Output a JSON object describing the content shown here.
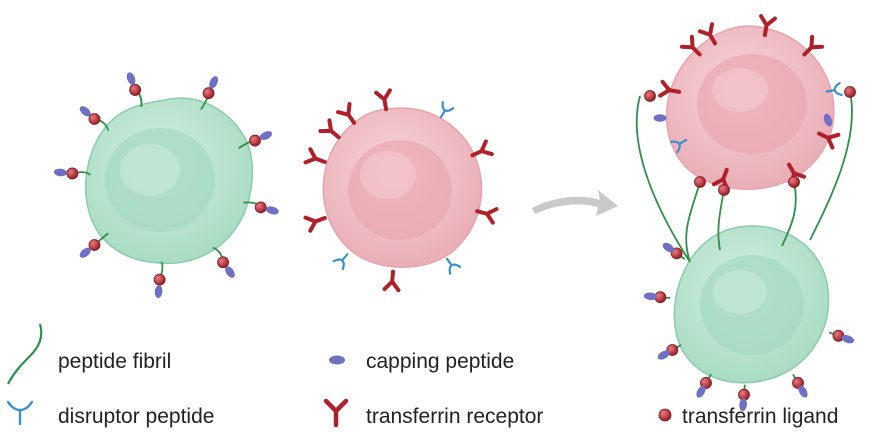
{
  "colors": {
    "fibril": "#2f8f4e",
    "capping": "#6f6fc6",
    "disruptor": "#3a8fd0",
    "receptor": "#b0202a",
    "ligand": "#b8313a",
    "green_cell": "#bfe6d2",
    "green_nucleus": "#9fd8bf",
    "pink_cell": "#f2c3c8",
    "pink_nucleus": "#e7a4ad",
    "arrow": "#c8c8c8"
  },
  "legend": {
    "peptide_fibril": "peptide fibril",
    "capping_peptide": "capping peptide",
    "disruptor_peptide": "disruptor peptide",
    "transferrin_receptor": "transferrin receptor",
    "transferrin_ligand": "transferrin ligand"
  },
  "icons": {
    "fibril": "fibril-icon",
    "capping": "capping-peptide-icon",
    "disruptor": "disruptor-peptide-icon",
    "receptor": "transferrin-receptor-icon",
    "ligand": "transferrin-ligand-icon",
    "arrow": "reaction-arrow-icon"
  }
}
